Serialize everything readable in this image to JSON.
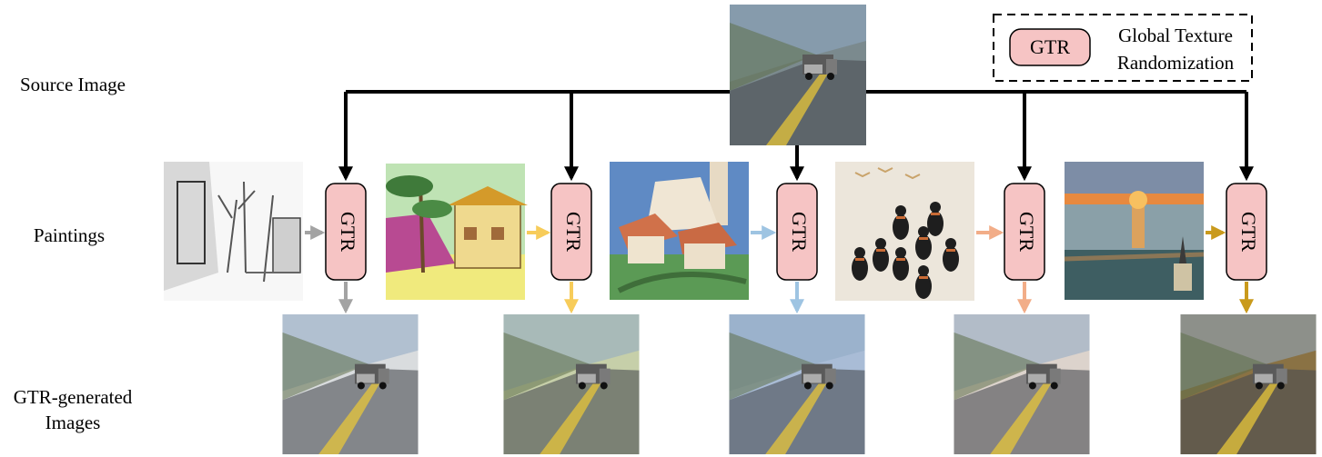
{
  "row_labels": {
    "source": "Source Image",
    "paintings": "Paintings",
    "generated_line1": "GTR-generated",
    "generated_line2": "Images"
  },
  "gtr_label": "GTR",
  "legend": {
    "box_label": "GTR",
    "text_line1": "Global Texture",
    "text_line2": "Randomization"
  },
  "colors": {
    "gtr_fill": "#f6c4c4",
    "main_arrow": "#000000",
    "branch_colors": [
      "#a3a3a3",
      "#f7cc5a",
      "#9ec4e2",
      "#f2ad88",
      "#c99a1c"
    ]
  },
  "paintings": [
    {
      "name": "pencil-sketch-snow-street",
      "palette": [
        "#ffffff",
        "#d6d6d6",
        "#9a9a9a",
        "#505050"
      ]
    },
    {
      "name": "pagoda-temple-pine",
      "palette": [
        "#f1ea7a",
        "#b64791",
        "#6cbf6f",
        "#e8c06a"
      ]
    },
    {
      "name": "village-houses-church",
      "palette": [
        "#5d86c4",
        "#ede2cd",
        "#cf6f4a",
        "#5f9f58"
      ]
    },
    {
      "name": "black-cats-pattern",
      "palette": [
        "#ede7dc",
        "#222222",
        "#c86b3a",
        "#d9c8a8"
      ]
    },
    {
      "name": "sunset-river-town",
      "palette": [
        "#e9873f",
        "#7f8ea4",
        "#3d5f63",
        "#c9b48a"
      ]
    }
  ],
  "generated_images": [
    {
      "name": "sketch-style-road",
      "tint": [
        "#dfe2e4",
        "#a7a9ab",
        "#7c7f82"
      ]
    },
    {
      "name": "temple-style-road",
      "tint": [
        "#cfd6b3",
        "#9fa479",
        "#6f7a58"
      ]
    },
    {
      "name": "village-style-road",
      "tint": [
        "#b5c7de",
        "#7d8faa",
        "#4f5f7c"
      ]
    },
    {
      "name": "cats-style-road",
      "tint": [
        "#e4dbd5",
        "#b4a79e",
        "#827673"
      ]
    },
    {
      "name": "sunset-style-road",
      "tint": [
        "#c2a56d",
        "#6e5a36",
        "#2c2518"
      ]
    }
  ]
}
